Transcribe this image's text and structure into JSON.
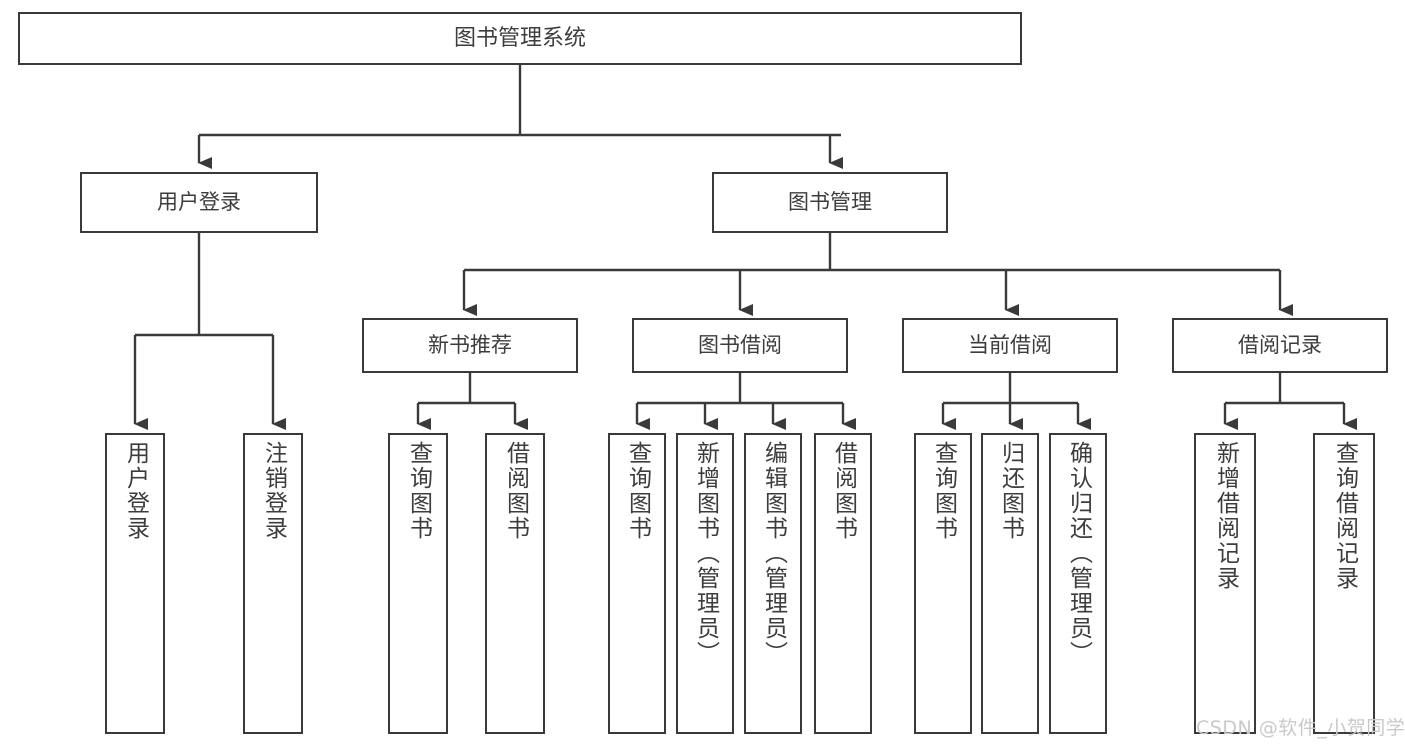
{
  "diagram": {
    "type": "tree",
    "title": "图书管理系统",
    "orientation": "top-down",
    "stroke_color": "#3a3a3a",
    "text_color": "#3d3d3d",
    "background": "#ffffff",
    "nodes": {
      "root": {
        "label": "图书管理系统"
      },
      "tier1": [
        {
          "label": "用户登录"
        },
        {
          "label": "图书管理"
        }
      ],
      "tier2": [
        {
          "label": "新书推荐"
        },
        {
          "label": "图书借阅"
        },
        {
          "label": "当前借阅"
        },
        {
          "label": "借阅记录"
        }
      ],
      "leaves": {
        "user_login": [
          {
            "label": "用户登录"
          },
          {
            "label": "注销登录"
          }
        ],
        "new_book": [
          {
            "label": "查询图书"
          },
          {
            "label": "借阅图书"
          }
        ],
        "book_borrow": [
          {
            "label": "查询图书"
          },
          {
            "label": "新增图书（管理员）"
          },
          {
            "label": "编辑图书（管理员）"
          },
          {
            "label": "借阅图书"
          }
        ],
        "current_borrow": [
          {
            "label": "查询图书"
          },
          {
            "label": "归还图书"
          },
          {
            "label": "确认归还（管理员）"
          }
        ],
        "borrow_record": [
          {
            "label": "新增借阅记录"
          },
          {
            "label": "查询借阅记录"
          }
        ]
      }
    },
    "watermark": "CSDN @软件_小贺同学"
  }
}
